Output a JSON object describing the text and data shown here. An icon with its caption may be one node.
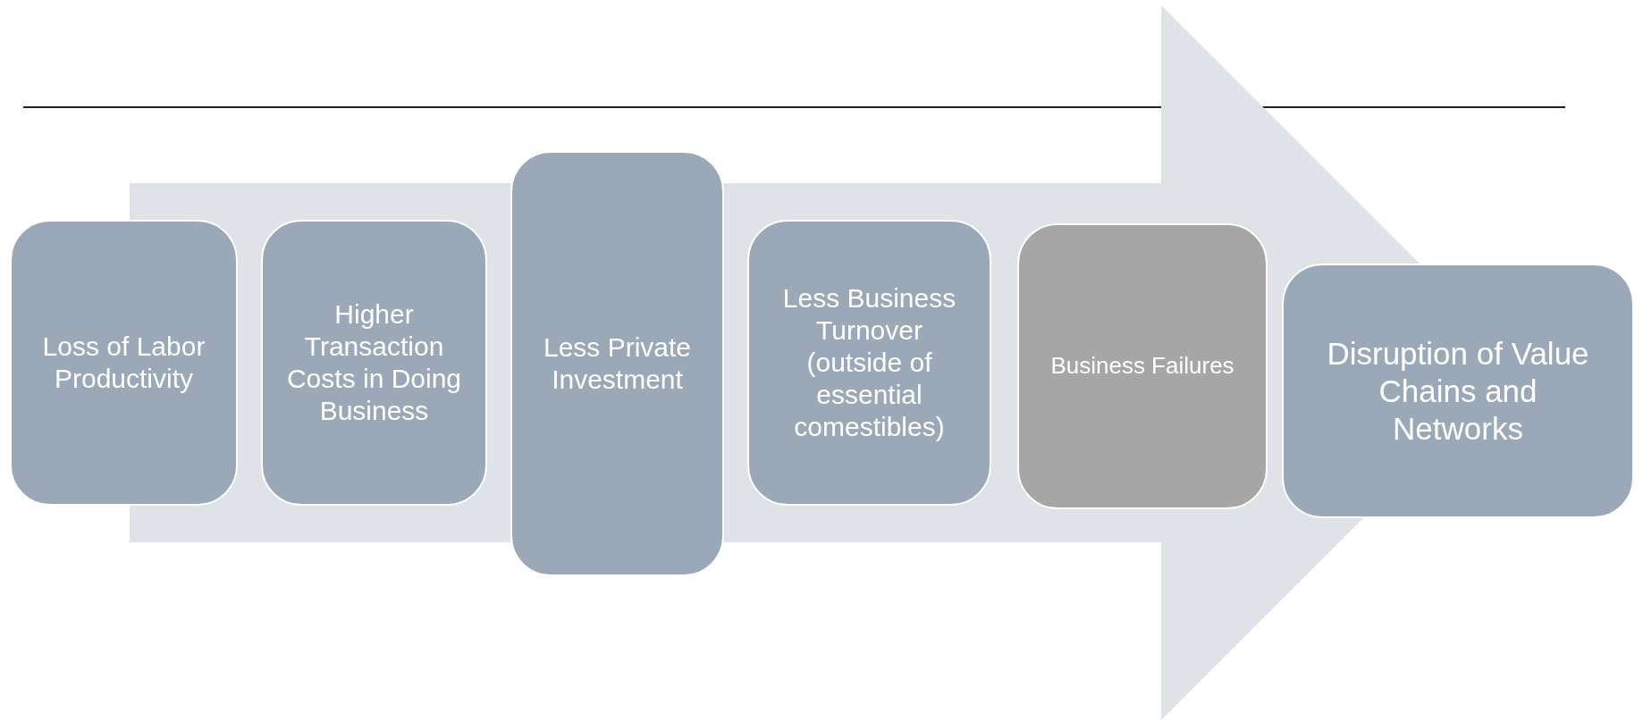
{
  "diagram": {
    "nodes": [
      {
        "text": [
          "Loss of Labor Productivity"
        ]
      },
      {
        "text": [
          "Higher Transaction Costs in Doing Business"
        ]
      },
      {
        "text": [
          "Less Private Investment"
        ]
      },
      {
        "text": [
          "Less Business Turnover (outside of essential comestibles)"
        ]
      },
      {
        "text": [
          "Business Failures"
        ]
      },
      {
        "text": [
          "Disruption of Value Chains and Networks"
        ]
      }
    ],
    "edges": [
      {
        "from": 0,
        "to": 5,
        "arrow": "to"
      }
    ]
  }
}
